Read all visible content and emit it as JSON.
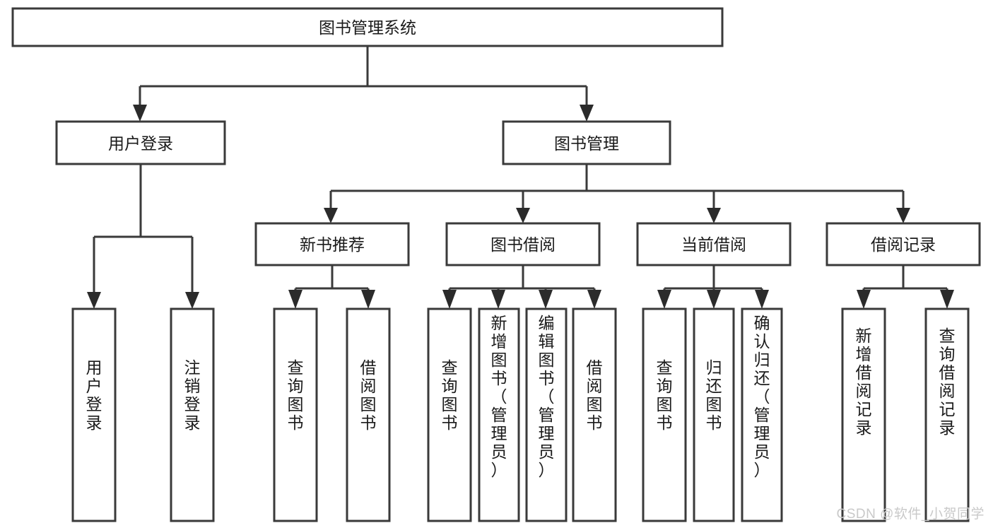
{
  "diagram": {
    "type": "tree",
    "title": "图书管理系统",
    "root": {
      "id": "root",
      "label": "图书管理系统"
    },
    "level2": [
      {
        "id": "user-login",
        "label": "用户登录"
      },
      {
        "id": "book-management",
        "label": "图书管理"
      }
    ],
    "level3": [
      {
        "id": "new-book-recommend",
        "label": "新书推荐",
        "parent": "book-management"
      },
      {
        "id": "book-borrow",
        "label": "图书借阅",
        "parent": "book-management"
      },
      {
        "id": "current-borrow",
        "label": "当前借阅",
        "parent": "book-management"
      },
      {
        "id": "borrow-record",
        "label": "借阅记录",
        "parent": "book-management"
      }
    ],
    "leaves": [
      {
        "id": "leaf-user-login",
        "label": "用户登录",
        "parent": "user-login"
      },
      {
        "id": "leaf-logout-login",
        "label": "注销登录",
        "parent": "user-login"
      },
      {
        "id": "leaf-query-book-1",
        "label": "查询图书",
        "parent": "new-book-recommend"
      },
      {
        "id": "leaf-borrow-book-1",
        "label": "借阅图书",
        "parent": "new-book-recommend"
      },
      {
        "id": "leaf-query-book-2",
        "label": "查询图书",
        "parent": "book-borrow"
      },
      {
        "id": "leaf-add-book",
        "label": "新增图书（管理员）",
        "parent": "book-borrow"
      },
      {
        "id": "leaf-edit-book",
        "label": "编辑图书（管理员）",
        "parent": "book-borrow"
      },
      {
        "id": "leaf-borrow-book-2",
        "label": "借阅图书",
        "parent": "book-borrow"
      },
      {
        "id": "leaf-query-book-3",
        "label": "查询图书",
        "parent": "current-borrow"
      },
      {
        "id": "leaf-return-book",
        "label": "归还图书",
        "parent": "current-borrow"
      },
      {
        "id": "leaf-confirm-return",
        "label": "确认归还（管理员）",
        "parent": "current-borrow"
      },
      {
        "id": "leaf-add-record",
        "label": "新增借阅记录",
        "parent": "borrow-record"
      },
      {
        "id": "leaf-query-record",
        "label": "查询借阅记录",
        "parent": "borrow-record"
      }
    ]
  },
  "watermark": {
    "text": "CSDN @软件_小贺同学"
  },
  "colors": {
    "box_stroke": "#3a3a3a",
    "box_fill": "#ffffff",
    "text": "#1a1a1a",
    "connector": "#3a3a3a",
    "watermark": "#c9c9c9",
    "background": "#ffffff"
  }
}
